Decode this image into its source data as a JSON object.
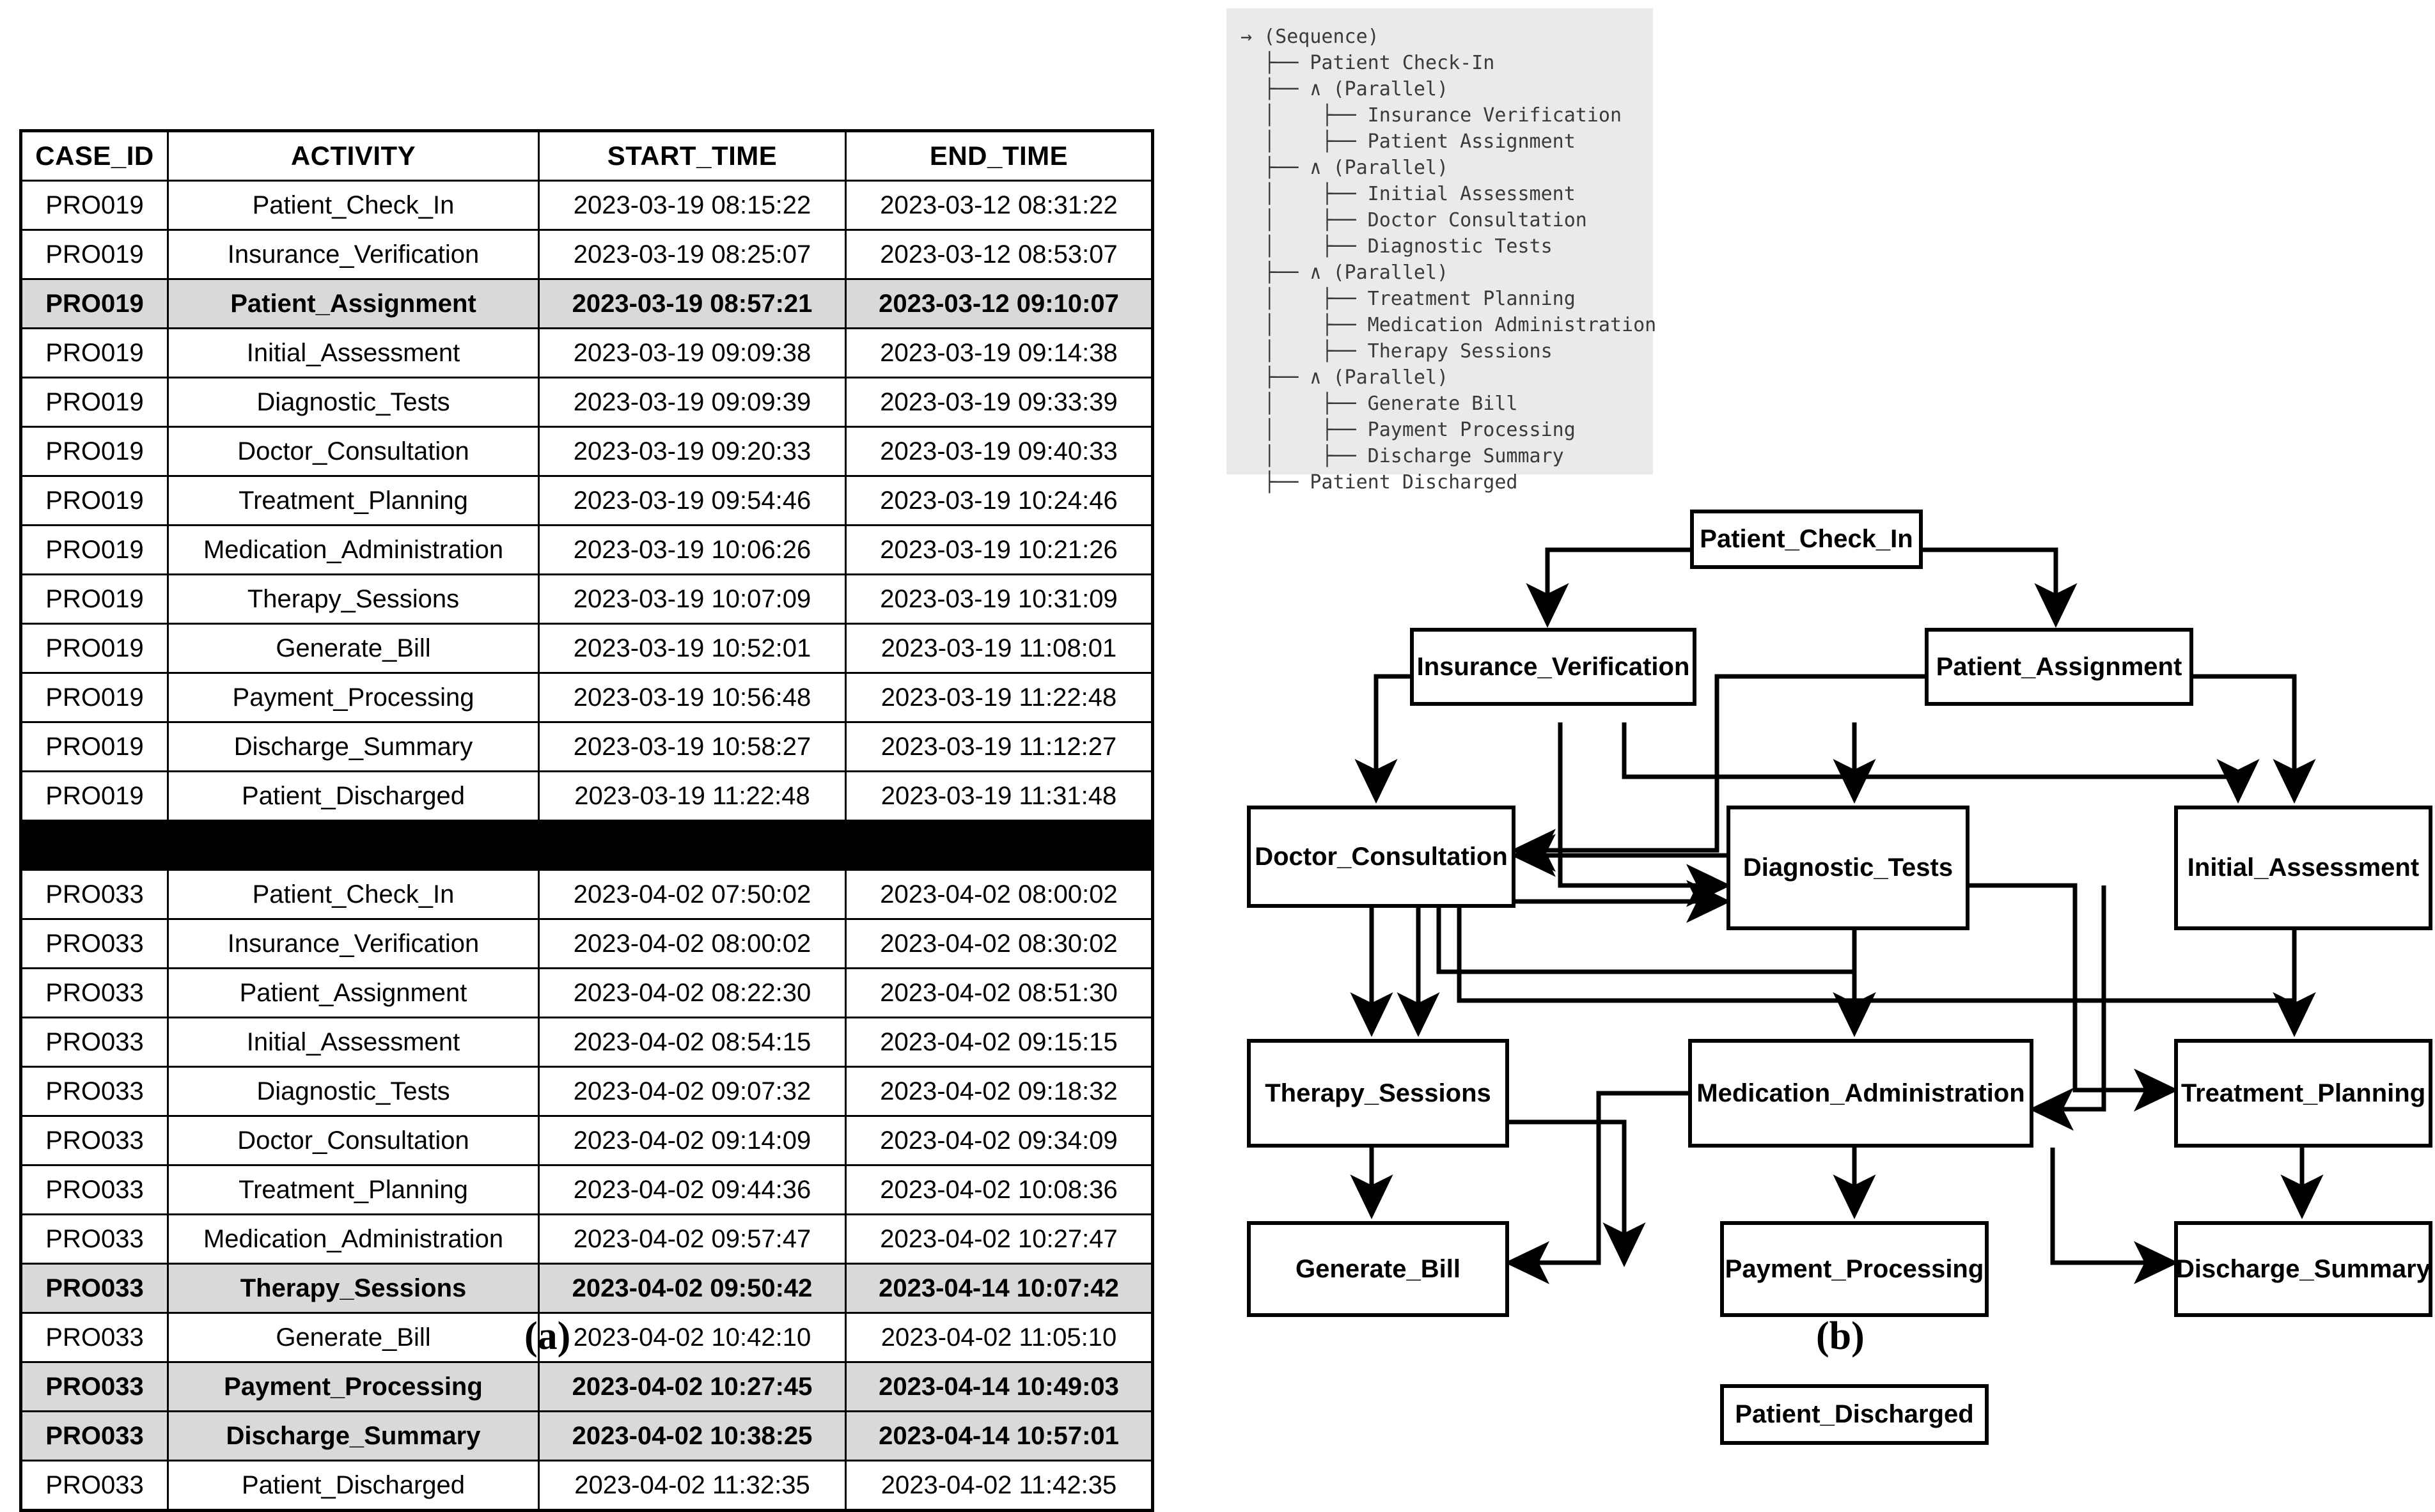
{
  "figure": {
    "caption_a": "(a)",
    "caption_b": "(b)"
  },
  "panel_a": {
    "name": "event-log-table",
    "columns": [
      "CASE_ID",
      "ACTIVITY",
      "START_TIME",
      "END_TIME"
    ],
    "rows": [
      {
        "case_id": "PRO019",
        "activity": "Patient_Check_In",
        "start_time": "2023-03-19 08:15:22",
        "end_time": "2023-03-12 08:31:22",
        "highlight": false
      },
      {
        "case_id": "PRO019",
        "activity": "Insurance_Verification",
        "start_time": "2023-03-19 08:25:07",
        "end_time": "2023-03-12 08:53:07",
        "highlight": false
      },
      {
        "case_id": "PRO019",
        "activity": "Patient_Assignment",
        "start_time": "2023-03-19 08:57:21",
        "end_time": "2023-03-12 09:10:07",
        "highlight": true
      },
      {
        "case_id": "PRO019",
        "activity": "Initial_Assessment",
        "start_time": "2023-03-19 09:09:38",
        "end_time": "2023-03-19 09:14:38",
        "highlight": false
      },
      {
        "case_id": "PRO019",
        "activity": "Diagnostic_Tests",
        "start_time": "2023-03-19 09:09:39",
        "end_time": "2023-03-19 09:33:39",
        "highlight": false
      },
      {
        "case_id": "PRO019",
        "activity": "Doctor_Consultation",
        "start_time": "2023-03-19 09:20:33",
        "end_time": "2023-03-19 09:40:33",
        "highlight": false
      },
      {
        "case_id": "PRO019",
        "activity": "Treatment_Planning",
        "start_time": "2023-03-19 09:54:46",
        "end_time": "2023-03-19 10:24:46",
        "highlight": false
      },
      {
        "case_id": "PRO019",
        "activity": "Medication_Administration",
        "start_time": "2023-03-19 10:06:26",
        "end_time": "2023-03-19 10:21:26",
        "highlight": false
      },
      {
        "case_id": "PRO019",
        "activity": "Therapy_Sessions",
        "start_time": "2023-03-19 10:07:09",
        "end_time": "2023-03-19 10:31:09",
        "highlight": false
      },
      {
        "case_id": "PRO019",
        "activity": "Generate_Bill",
        "start_time": "2023-03-19 10:52:01",
        "end_time": "2023-03-19 11:08:01",
        "highlight": false
      },
      {
        "case_id": "PRO019",
        "activity": "Payment_Processing",
        "start_time": "2023-03-19 10:56:48",
        "end_time": "2023-03-19 11:22:48",
        "highlight": false
      },
      {
        "case_id": "PRO019",
        "activity": "Discharge_Summary",
        "start_time": "2023-03-19 10:58:27",
        "end_time": "2023-03-19 11:12:27",
        "highlight": false
      },
      {
        "case_id": "PRO019",
        "activity": "Patient_Discharged",
        "start_time": "2023-03-19 11:22:48",
        "end_time": "2023-03-19 11:31:48",
        "highlight": false
      },
      {
        "separator": true
      },
      {
        "case_id": "PRO033",
        "activity": "Patient_Check_In",
        "start_time": "2023-04-02 07:50:02",
        "end_time": "2023-04-02 08:00:02",
        "highlight": false
      },
      {
        "case_id": "PRO033",
        "activity": "Insurance_Verification",
        "start_time": "2023-04-02 08:00:02",
        "end_time": "2023-04-02 08:30:02",
        "highlight": false
      },
      {
        "case_id": "PRO033",
        "activity": "Patient_Assignment",
        "start_time": "2023-04-02 08:22:30",
        "end_time": "2023-04-02 08:51:30",
        "highlight": false
      },
      {
        "case_id": "PRO033",
        "activity": "Initial_Assessment",
        "start_time": "2023-04-02 08:54:15",
        "end_time": "2023-04-02 09:15:15",
        "highlight": false
      },
      {
        "case_id": "PRO033",
        "activity": "Diagnostic_Tests",
        "start_time": "2023-04-02 09:07:32",
        "end_time": "2023-04-02 09:18:32",
        "highlight": false
      },
      {
        "case_id": "PRO033",
        "activity": "Doctor_Consultation",
        "start_time": "2023-04-02 09:14:09",
        "end_time": "2023-04-02 09:34:09",
        "highlight": false
      },
      {
        "case_id": "PRO033",
        "activity": "Treatment_Planning",
        "start_time": "2023-04-02 09:44:36",
        "end_time": "2023-04-02 10:08:36",
        "highlight": false
      },
      {
        "case_id": "PRO033",
        "activity": "Medication_Administration",
        "start_time": "2023-04-02 09:57:47",
        "end_time": "2023-04-02 10:27:47",
        "highlight": false
      },
      {
        "case_id": "PRO033",
        "activity": "Therapy_Sessions",
        "start_time": "2023-04-02 09:50:42",
        "end_time": "2023-04-14 10:07:42",
        "highlight": true
      },
      {
        "case_id": "PRO033",
        "activity": "Generate_Bill",
        "start_time": "2023-04-02 10:42:10",
        "end_time": "2023-04-02 11:05:10",
        "highlight": false
      },
      {
        "case_id": "PRO033",
        "activity": "Payment_Processing",
        "start_time": "2023-04-02 10:27:45",
        "end_time": "2023-04-14 10:49:03",
        "highlight": true
      },
      {
        "case_id": "PRO033",
        "activity": "Discharge_Summary",
        "start_time": "2023-04-02 10:38:25",
        "end_time": "2023-04-14 10:57:01",
        "highlight": true
      },
      {
        "case_id": "PRO033",
        "activity": "Patient_Discharged",
        "start_time": "2023-04-02 11:32:35",
        "end_time": "2023-04-02 11:42:35",
        "highlight": false
      }
    ]
  },
  "panel_b": {
    "process_tree_text": "→ (Sequence)\n  ├── Patient Check-In\n  ├── ∧ (Parallel)\n  │    ├── Insurance Verification\n  │    ├── Patient Assignment\n  ├── ∧ (Parallel)\n  │    ├── Initial Assessment\n  │    ├── Doctor Consultation\n  │    ├── Diagnostic Tests\n  ├── ∧ (Parallel)\n  │    ├── Treatment Planning\n  │    ├── Medication Administration\n  │    ├── Therapy Sessions\n  ├── ∧ (Parallel)\n  │    ├── Generate Bill\n  │    ├── Payment Processing\n  │    ├── Discharge Summary\n  ├── Patient Discharged",
    "process_tree_lines": [
      "→ (Sequence)",
      "├── Patient Check-In",
      "├── ∧ (Parallel)",
      "│    ├── Insurance Verification",
      "│    ├── Patient Assignment",
      "├── ∧ (Parallel)",
      "│    ├── Initial Assessment",
      "│    ├── Doctor Consultation",
      "│    ├── Diagnostic Tests",
      "├── ∧ (Parallel)",
      "│    ├── Treatment Planning",
      "│    ├── Medication Administration",
      "│    ├── Therapy Sessions",
      "├── ∧ (Parallel)",
      "│    ├── Generate Bill",
      "│    ├── Payment Processing",
      "│    ├── Discharge Summary",
      "├── Patient Discharged"
    ],
    "graph_nodes": [
      {
        "id": "patient_check_in",
        "label": "Patient_Check_In"
      },
      {
        "id": "insurance_verification",
        "label": "Insurance_Verification"
      },
      {
        "id": "patient_assignment",
        "label": "Patient_Assignment"
      },
      {
        "id": "doctor_consultation",
        "label": "Doctor_Consultation"
      },
      {
        "id": "diagnostic_tests",
        "label": "Diagnostic_Tests"
      },
      {
        "id": "initial_assessment",
        "label": "Initial_Assessment"
      },
      {
        "id": "therapy_sessions",
        "label": "Therapy_Sessions"
      },
      {
        "id": "medication_administration",
        "label": "Medication_Administration"
      },
      {
        "id": "treatment_planning",
        "label": "Treatment_Planning"
      },
      {
        "id": "generate_bill",
        "label": "Generate_Bill"
      },
      {
        "id": "payment_processing",
        "label": "Payment_Processing"
      },
      {
        "id": "discharge_summary",
        "label": "Discharge_Summary"
      },
      {
        "id": "patient_discharged",
        "label": "Patient_Discharged"
      }
    ],
    "graph_edges": [
      {
        "from": "patient_check_in",
        "to": "insurance_verification"
      },
      {
        "from": "patient_check_in",
        "to": "patient_assignment"
      },
      {
        "from": "insurance_verification",
        "to": "doctor_consultation"
      },
      {
        "from": "insurance_verification",
        "to": "diagnostic_tests"
      },
      {
        "from": "insurance_verification",
        "to": "initial_assessment"
      },
      {
        "from": "patient_assignment",
        "to": "diagnostic_tests"
      },
      {
        "from": "patient_assignment",
        "to": "initial_assessment"
      },
      {
        "from": "patient_assignment",
        "to": "doctor_consultation"
      },
      {
        "from": "diagnostic_tests",
        "to": "doctor_consultation"
      },
      {
        "from": "doctor_consultation",
        "to": "diagnostic_tests"
      },
      {
        "from": "doctor_consultation",
        "to": "therapy_sessions"
      },
      {
        "from": "doctor_consultation",
        "to": "medication_administration"
      },
      {
        "from": "doctor_consultation",
        "to": "treatment_planning"
      },
      {
        "from": "diagnostic_tests",
        "to": "medication_administration"
      },
      {
        "from": "diagnostic_tests",
        "to": "treatment_planning"
      },
      {
        "from": "initial_assessment",
        "to": "treatment_planning"
      },
      {
        "from": "initial_assessment",
        "to": "medication_administration"
      },
      {
        "from": "therapy_sessions",
        "to": "generate_bill"
      },
      {
        "from": "therapy_sessions",
        "to": "payment_processing"
      },
      {
        "from": "medication_administration",
        "to": "generate_bill"
      },
      {
        "from": "medication_administration",
        "to": "payment_processing"
      },
      {
        "from": "medication_administration",
        "to": "discharge_summary"
      },
      {
        "from": "treatment_planning",
        "to": "discharge_summary"
      },
      {
        "from": "payment_processing",
        "to": "patient_discharged"
      },
      {
        "from": "generate_bill",
        "to": "patient_discharged"
      },
      {
        "from": "discharge_summary",
        "to": "patient_discharged"
      }
    ]
  },
  "colors": {
    "highlight_row": "#d9d9d9",
    "separator_row": "#000000",
    "tree_panel_bg": "#eaeaea",
    "tree_text": "#3a3a3a",
    "node_border": "#000000",
    "page_bg": "#ffffff"
  }
}
